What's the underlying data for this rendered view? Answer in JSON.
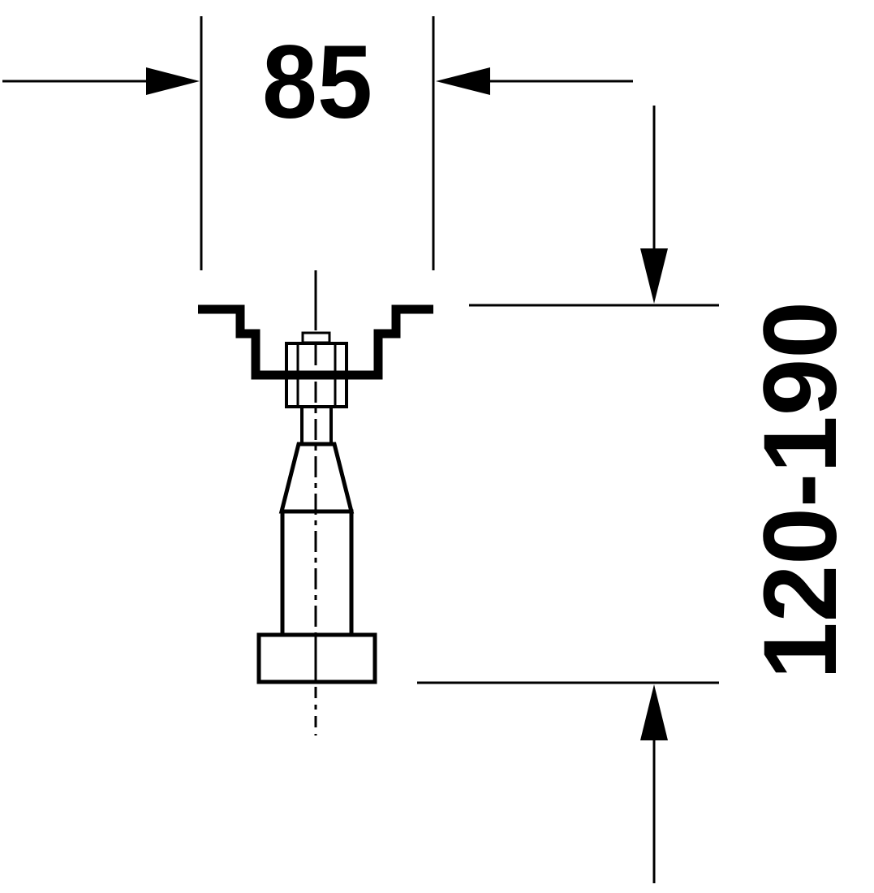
{
  "diagram": {
    "type": "technical-dimension-drawing",
    "subject": "adjustable support foot",
    "line_color": "#000000",
    "background_color": "#ffffff",
    "dimensions": {
      "width": {
        "label": "85",
        "orientation": "horizontal"
      },
      "height": {
        "label": "120-190",
        "orientation": "vertical"
      }
    }
  }
}
